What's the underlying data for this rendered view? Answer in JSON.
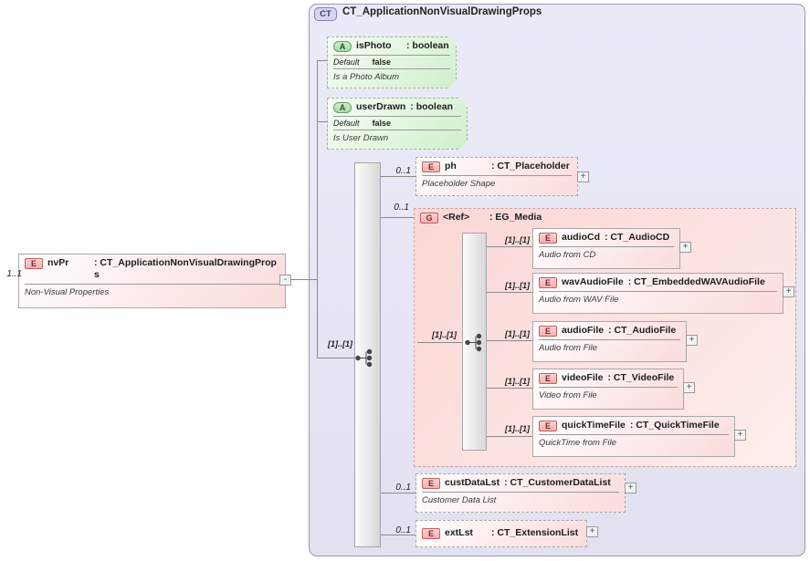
{
  "source": {
    "cardinality": "1..1",
    "badge": "E",
    "name": "nvPr",
    "type": ": CT_ApplicationNonVisualDrawingProps",
    "annotation": "Non-Visual Properties",
    "collapse_glyph": "-"
  },
  "complex_type": {
    "badge": "CT",
    "title": "CT_ApplicationNonVisualDrawingProps",
    "sequence_cardinality": "[1]..[1]",
    "attributes": [
      {
        "badge": "A",
        "name": "isPhoto",
        "type": ": boolean",
        "default_label": "Default",
        "default_value": "false",
        "annotation": "Is a Photo Album"
      },
      {
        "badge": "A",
        "name": "userDrawn",
        "type": ": boolean",
        "default_label": "Default",
        "default_value": "false",
        "annotation": "Is User Drawn"
      }
    ],
    "elements": [
      {
        "badge": "E",
        "cardinality": "0..1",
        "name": "ph",
        "type": ": CT_Placeholder",
        "annotation": "Placeholder Shape",
        "expand_glyph": "+"
      },
      {
        "badge": "E",
        "cardinality": "0..1",
        "name": "custDataLst",
        "type": ": CT_CustomerDataList",
        "annotation": "Customer Data List",
        "expand_glyph": "+"
      },
      {
        "badge": "E",
        "cardinality": "0..1",
        "name": "extLst",
        "type": ": CT_ExtensionList",
        "expand_glyph": "+"
      }
    ],
    "group": {
      "badge": "G",
      "cardinality": "0..1",
      "name": "<Ref>",
      "type": ": EG_Media",
      "choice_cardinality": "[1]..[1]",
      "elements": [
        {
          "badge": "E",
          "cardinality": "[1]..[1]",
          "name": "audioCd",
          "type": ": CT_AudioCD",
          "annotation": "Audio from CD",
          "expand_glyph": "+"
        },
        {
          "badge": "E",
          "cardinality": "[1]..[1]",
          "name": "wavAudioFile",
          "type": ": CT_EmbeddedWAVAudioFile",
          "annotation": "Audio from WAV File",
          "expand_glyph": "+"
        },
        {
          "badge": "E",
          "cardinality": "[1]..[1]",
          "name": "audioFile",
          "type": ": CT_AudioFile",
          "annotation": "Audio from File",
          "expand_glyph": "+"
        },
        {
          "badge": "E",
          "cardinality": "[1]..[1]",
          "name": "videoFile",
          "type": ": CT_VideoFile",
          "annotation": "Video from File",
          "expand_glyph": "+"
        },
        {
          "badge": "E",
          "cardinality": "[1]..[1]",
          "name": "quickTimeFile",
          "type": ": CT_QuickTimeFile",
          "annotation": "QuickTime from File",
          "expand_glyph": "+"
        }
      ]
    }
  }
}
